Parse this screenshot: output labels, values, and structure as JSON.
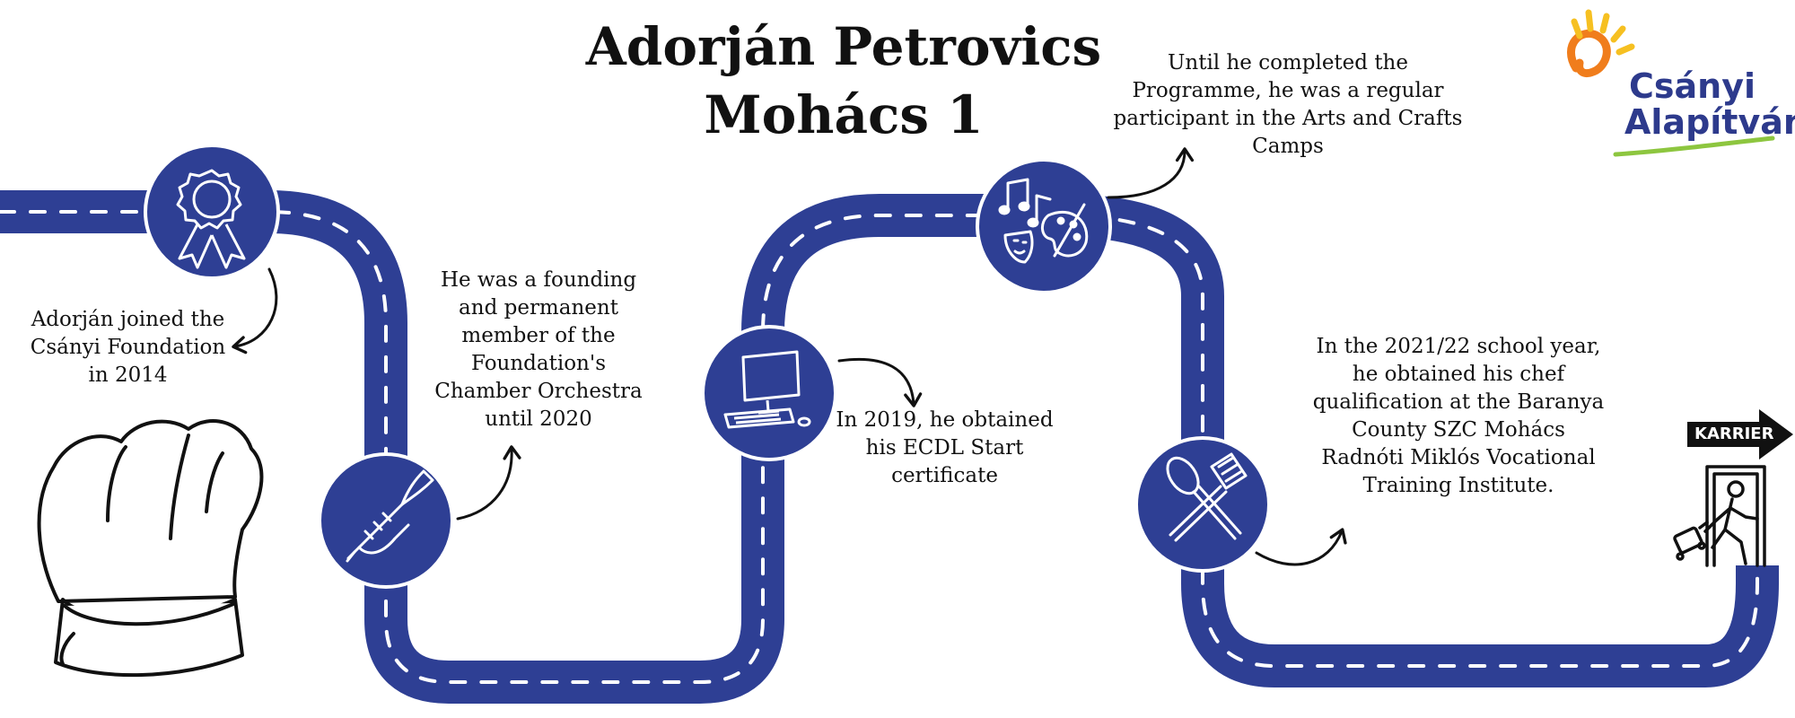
{
  "title": {
    "line1": "Adorján Petrovics",
    "line2": "Mohács 1"
  },
  "captions": {
    "joined": [
      "Adorján joined the",
      "Csányi Foundation",
      "in 2014"
    ],
    "orchestra": [
      "He was a founding",
      "and permanent",
      "member of the",
      "Foundation's",
      "Chamber Orchestra",
      "until 2020"
    ],
    "ecdl": [
      "In 2019, he obtained",
      "his ECDL Start",
      "certificate"
    ],
    "camps": [
      "Until he completed the",
      "Programme, he was a regular",
      "participant in the Arts and Crafts",
      "Camps"
    ],
    "chef": [
      "In the 2021/22 school year,",
      "he obtained his chef",
      "qualification at the Baranya",
      "County SZC Mohács",
      "Radnóti Miklós Vocational",
      "Training Institute."
    ]
  },
  "logo": {
    "line1": "Csányi",
    "line2": "Alapítvány"
  },
  "karrier_label": "KARRIER",
  "milestone_icons": [
    "rosette-award-icon",
    "trumpet-icon",
    "computer-icon",
    "music-theater-palette-icon",
    "spoon-spatula-icon"
  ],
  "colors": {
    "road": "#2e3f94",
    "text": "#111111",
    "logo_blue": "#2d3a8c",
    "logo_orange": "#f07d1c",
    "logo_yellow": "#f6c021",
    "logo_green": "#8dc63f"
  }
}
